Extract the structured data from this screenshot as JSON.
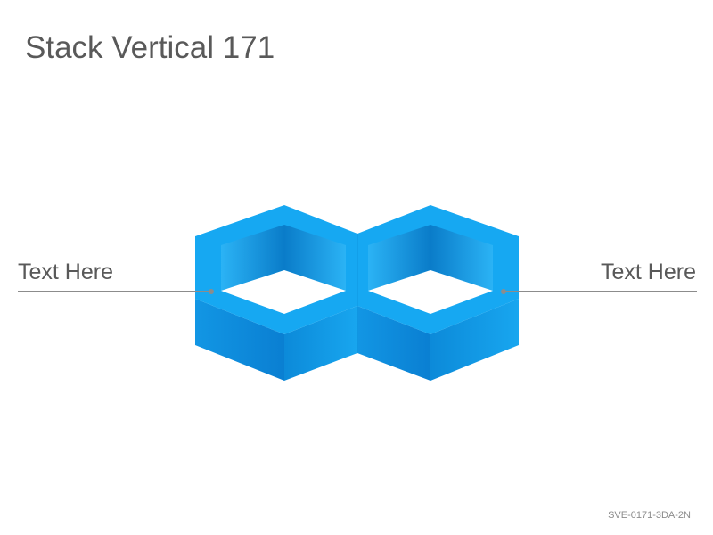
{
  "title": "Stack Vertical 171",
  "labels": {
    "left": "Text Here",
    "right": "Text Here"
  },
  "footer_code": "SVE-0171-3DA-2N",
  "colors": {
    "top_face": "#16a8f2",
    "front_dark": "#0b86d8",
    "front_light": "#16a3ee",
    "inner_wall_dark": "#0678c4",
    "inner_wall_light": "#1aa6ef",
    "connector_line": "#8c8c8c",
    "text": "#595959"
  }
}
